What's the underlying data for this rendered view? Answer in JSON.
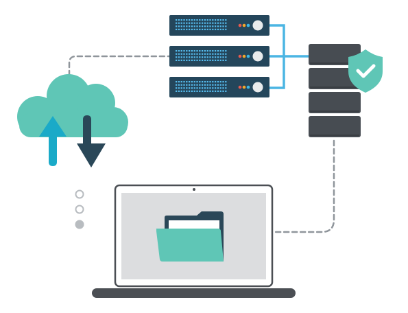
{
  "colors": {
    "cloud": "#5fc6b6",
    "upload_arrow": "#1aaac8",
    "download_arrow": "#2a4758",
    "server_body": "#24465b",
    "server_leds": "#57bdf0",
    "status_red": "#e85a4f",
    "status_orange": "#f4a62a",
    "status_blue": "#3ab7e8",
    "storage_unit": "#474c52",
    "cable": "#4bb5e3",
    "shield": "#5fc6b6",
    "dashed_link": "#8f959b",
    "laptop_frame": "#4b4f54",
    "laptop_screen": "#dcdddf",
    "folder_front": "#5fc6b6",
    "folder_back": "#2a4758",
    "dot_filled": "#b8bcc0"
  },
  "icons": {
    "cloud": "cloud-icon",
    "upload": "upload-arrow-icon",
    "download": "download-arrow-icon",
    "servers": "server-rack-icon",
    "storage": "storage-stack-icon",
    "shield": "shield-check-icon",
    "laptop": "laptop-icon",
    "folder": "folder-icon"
  },
  "diagram": {
    "server_count": 3,
    "storage_unit_count": 4,
    "progress_dots": [
      {
        "state": "empty"
      },
      {
        "state": "empty"
      },
      {
        "state": "filled"
      }
    ]
  }
}
